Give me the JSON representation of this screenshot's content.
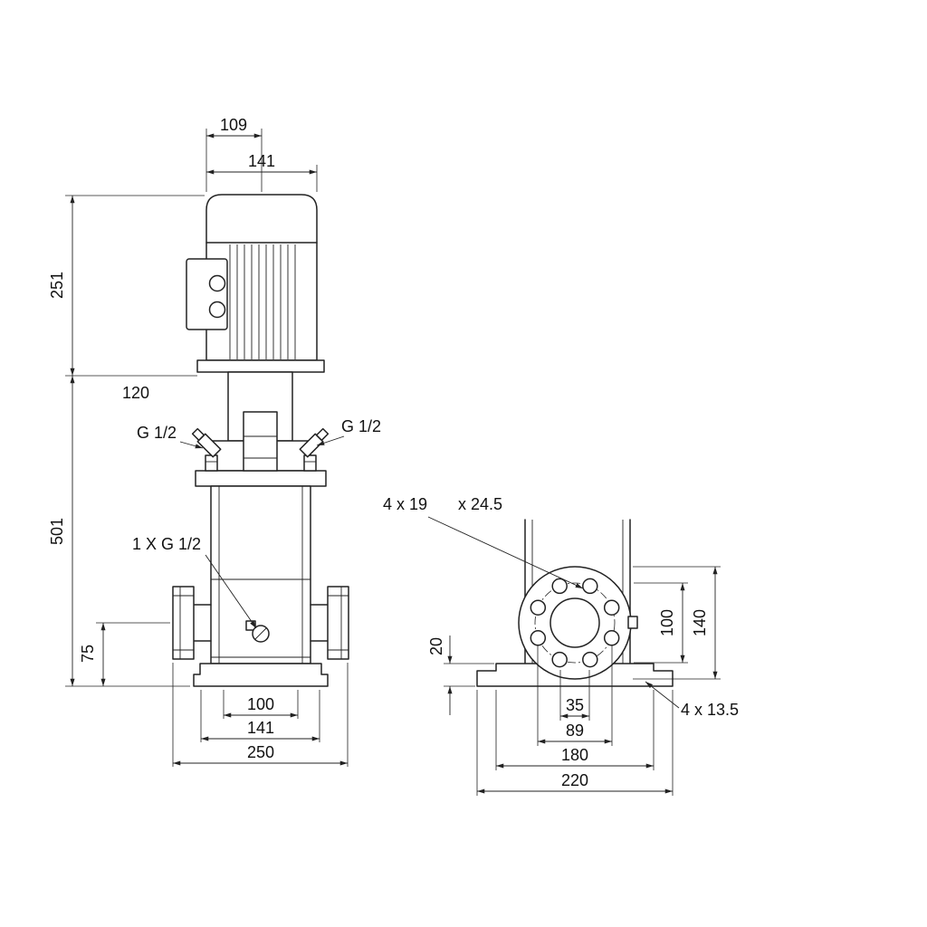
{
  "front": {
    "d109": "109",
    "d141t": "141",
    "d251": "251",
    "d120": "120",
    "port_left": "G 1/2",
    "port_right": "G 1/2",
    "d501": "501",
    "drain": "1 X G 1/2",
    "d75": "75",
    "d100": "100",
    "d141b": "141",
    "d250": "250"
  },
  "side": {
    "holes": "4 x 19",
    "cbore": "x 24.5",
    "d20": "20",
    "d100": "100",
    "d140": "140",
    "d35": "35",
    "d89": "89",
    "d180": "180",
    "d220": "220",
    "base_holes": "4  x  13.5"
  }
}
